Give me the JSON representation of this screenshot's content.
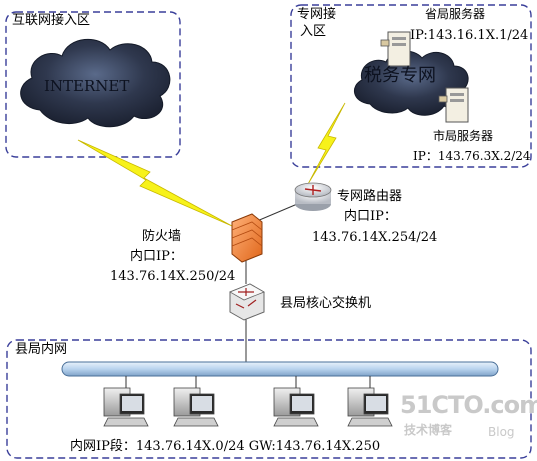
{
  "zones": {
    "internet_access": "互联网接入区",
    "private_access_line1": "专网接",
    "private_access_line2": "入区",
    "county_lan": "县局内网"
  },
  "clouds": {
    "internet": "INTERNET",
    "tax_network": "税务专网"
  },
  "servers": {
    "provincial_label": "省局服务器",
    "provincial_ip": "IP:143.16.1X.1/24",
    "city_label": "市局服务器",
    "city_ip": "IP：143.76.3X.2/24"
  },
  "router": {
    "label": "专网路由器",
    "ip_label": "内口IP：",
    "ip": "143.76.14X.254/24"
  },
  "firewall": {
    "label": "防火墙",
    "ip_label": "内口IP：",
    "ip": "143.76.14X.250/24"
  },
  "switch": {
    "label": "县局核心交换机"
  },
  "lan": {
    "footer": "内网IP段：143.76.14X.0/24  GW:143.76.14X.250"
  },
  "watermark": {
    "site": "51CTO.com",
    "sub": "技术博客",
    "blog": "Blog"
  },
  "colors": {
    "zone_border": "#3a3f9a",
    "lightning": "#f7f21a",
    "cloud": "#2b3346",
    "bus": "#b9d3ee"
  }
}
